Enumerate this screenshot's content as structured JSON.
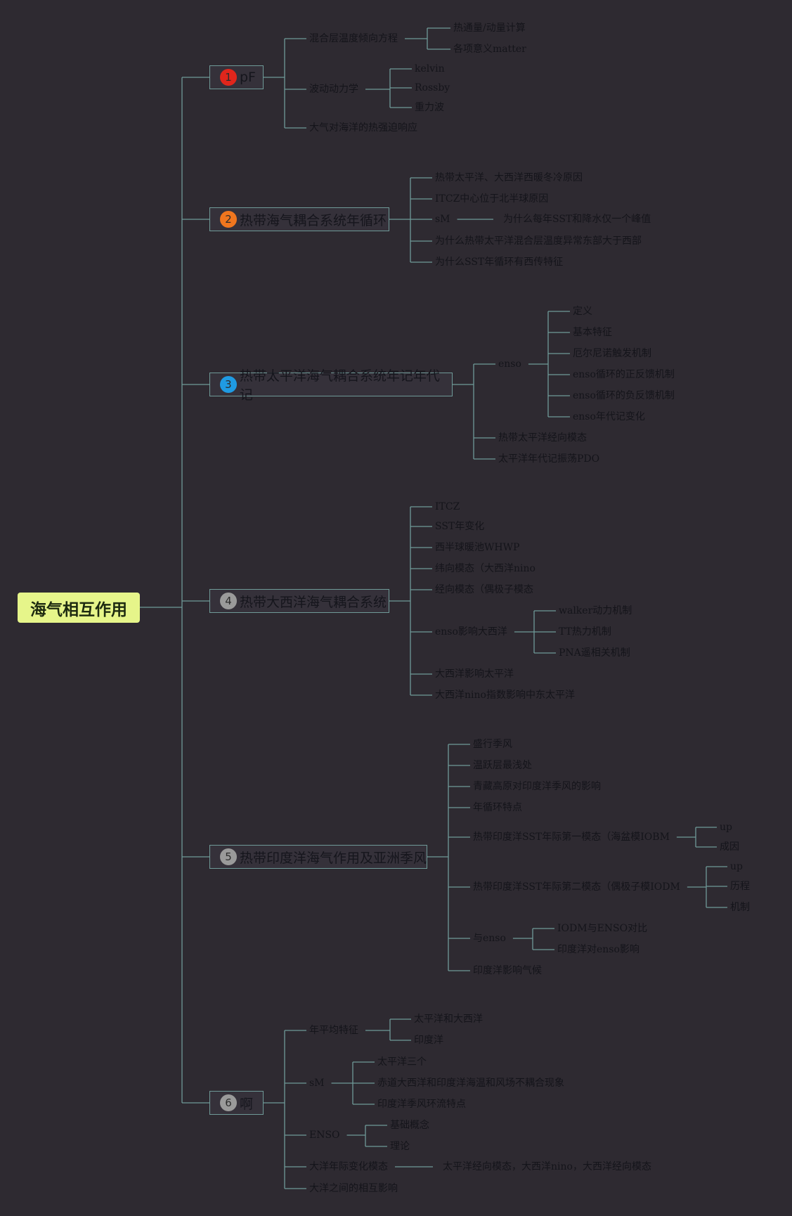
{
  "root": {
    "label": "海气相互作用",
    "color": "#e6f58a"
  },
  "colors": {
    "line": "#6f9a98",
    "background": "#2e2a31",
    "text": "#14141a"
  },
  "branches": [
    {
      "num": "1",
      "badge_color": "#e0261c",
      "label": "pF",
      "children": [
        {
          "label": "混合层温度倾向方程",
          "children": [
            {
              "label": "热通量/动量计算"
            },
            {
              "label": "各项意义matter"
            }
          ]
        },
        {
          "label": "波动动力学",
          "children": [
            {
              "label": "kelvin"
            },
            {
              "label": "Rossby"
            },
            {
              "label": "重力波"
            }
          ]
        },
        {
          "label": "大气对海洋的热强迫响应"
        }
      ]
    },
    {
      "num": "2",
      "badge_color": "#f0761e",
      "label": "热带海气耦合系统年循环",
      "children": [
        {
          "label": "热带太平洋、大西洋西暖冬冷原因"
        },
        {
          "label": "ITCZ中心位于北半球原因"
        },
        {
          "label": "sM",
          "children": [
            {
              "label": "为什么每年SST和降水仅一个峰值"
            }
          ]
        },
        {
          "label": "为什么热带太平洋混合层温度异常东部大于西部"
        },
        {
          "label": "为什么SST年循环有西传特征"
        }
      ]
    },
    {
      "num": "3",
      "badge_color": "#1f9be3",
      "label": "热带太平洋海气耦合系统年记年代记",
      "children": [
        {
          "label": "enso",
          "children": [
            {
              "label": "定义"
            },
            {
              "label": "基本特征"
            },
            {
              "label": "厄尔尼诺触发机制"
            },
            {
              "label": "enso循环的正反馈机制"
            },
            {
              "label": "enso循环的负反馈机制"
            },
            {
              "label": "enso年代记变化"
            }
          ]
        },
        {
          "label": "热带太平洋经向模态"
        },
        {
          "label": "太平洋年代记振荡PDO"
        }
      ]
    },
    {
      "num": "4",
      "badge_color": "#9a9a9a",
      "label": "热带大西洋海气耦合系统",
      "children": [
        {
          "label": "ITCZ"
        },
        {
          "label": "SST年变化"
        },
        {
          "label": "西半球暖池WHWP"
        },
        {
          "label": "纬向模态（大西洋nino"
        },
        {
          "label": "经向模态（偶极子模态"
        },
        {
          "label": "enso影响大西洋",
          "children": [
            {
              "label": "walker动力机制"
            },
            {
              "label": "TT热力机制"
            },
            {
              "label": "PNA遥相关机制"
            }
          ]
        },
        {
          "label": "大西洋影响太平洋"
        },
        {
          "label": "大西洋nino指数影响中东太平洋"
        }
      ]
    },
    {
      "num": "5",
      "badge_color": "#9a9a9a",
      "label": "热带印度洋海气作用及亚洲季风",
      "children": [
        {
          "label": "盛行季风"
        },
        {
          "label": "温跃层最浅处"
        },
        {
          "label": "青藏高原对印度洋季风的影响"
        },
        {
          "label": "年循环特点"
        },
        {
          "label": "热带印度洋SST年际第一模态（海盆模IOBM",
          "children": [
            {
              "label": "up"
            },
            {
              "label": "成因"
            }
          ]
        },
        {
          "label": "热带印度洋SST年际第二模态（偶极子模IODM",
          "children": [
            {
              "label": "up"
            },
            {
              "label": "历程"
            },
            {
              "label": "机制"
            }
          ]
        },
        {
          "label": "与enso",
          "children": [
            {
              "label": "IODM与ENSO对比"
            },
            {
              "label": "印度洋对enso影响"
            }
          ]
        },
        {
          "label": "印度洋影响气候"
        }
      ]
    },
    {
      "num": "6",
      "badge_color": "#9a9a9a",
      "label": "啊",
      "children": [
        {
          "label": "年平均特征",
          "children": [
            {
              "label": "太平洋和大西洋"
            },
            {
              "label": "印度洋"
            }
          ]
        },
        {
          "label": "sM",
          "children": [
            {
              "label": "太平洋三个"
            },
            {
              "label": "赤道大西洋和印度洋海温和风场不耦合现象"
            },
            {
              "label": "印度洋季风环流特点"
            }
          ]
        },
        {
          "label": "ENSO",
          "children": [
            {
              "label": "基础概念"
            },
            {
              "label": "理论"
            }
          ]
        },
        {
          "label": "大洋年际变化模态",
          "children": [
            {
              "label": "太平洋经向模态，大西洋nino，大西洋经向模态"
            }
          ]
        },
        {
          "label": "大洋之间的相互影响"
        }
      ]
    }
  ]
}
